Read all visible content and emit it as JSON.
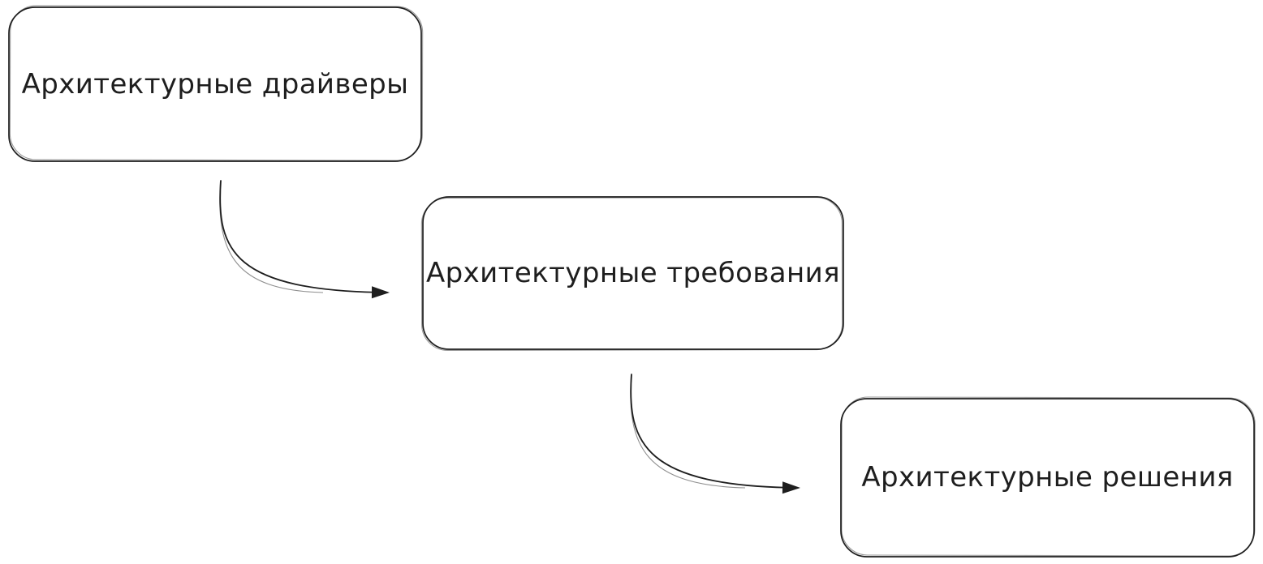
{
  "diagram": {
    "type": "flowchart",
    "style": "hand-drawn-sketch",
    "background_color": "#ffffff",
    "stroke_color": "#1e1e1e",
    "text_color": "#1e1e1e",
    "nodes": [
      {
        "id": "architectural-drivers",
        "label": "Архитектурные драйверы",
        "shape": "rounded-rectangle"
      },
      {
        "id": "architectural-requirements",
        "label": "Архитектурные требования",
        "shape": "rounded-rectangle"
      },
      {
        "id": "architectural-decisions",
        "label": "Архитектурные решения",
        "shape": "rounded-rectangle"
      }
    ],
    "edges": [
      {
        "from": "architectural-drivers",
        "to": "architectural-requirements",
        "style": "curved-arrow",
        "direction": "down-right"
      },
      {
        "from": "architectural-requirements",
        "to": "architectural-decisions",
        "style": "curved-arrow",
        "direction": "down-right"
      }
    ]
  }
}
